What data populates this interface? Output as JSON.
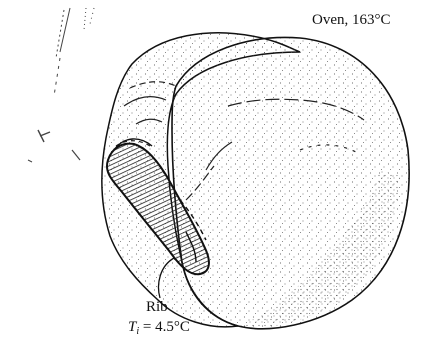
{
  "oven": {
    "label": "Oven, 163°C"
  },
  "roast": {
    "part_label": "Rib",
    "initial_temp": {
      "symbol": "T",
      "subscript": "i",
      "value": " = 4.5°C"
    }
  },
  "colors": {
    "ink": "#111111",
    "background": "#ffffff",
    "rib_hatch": "#333333"
  }
}
